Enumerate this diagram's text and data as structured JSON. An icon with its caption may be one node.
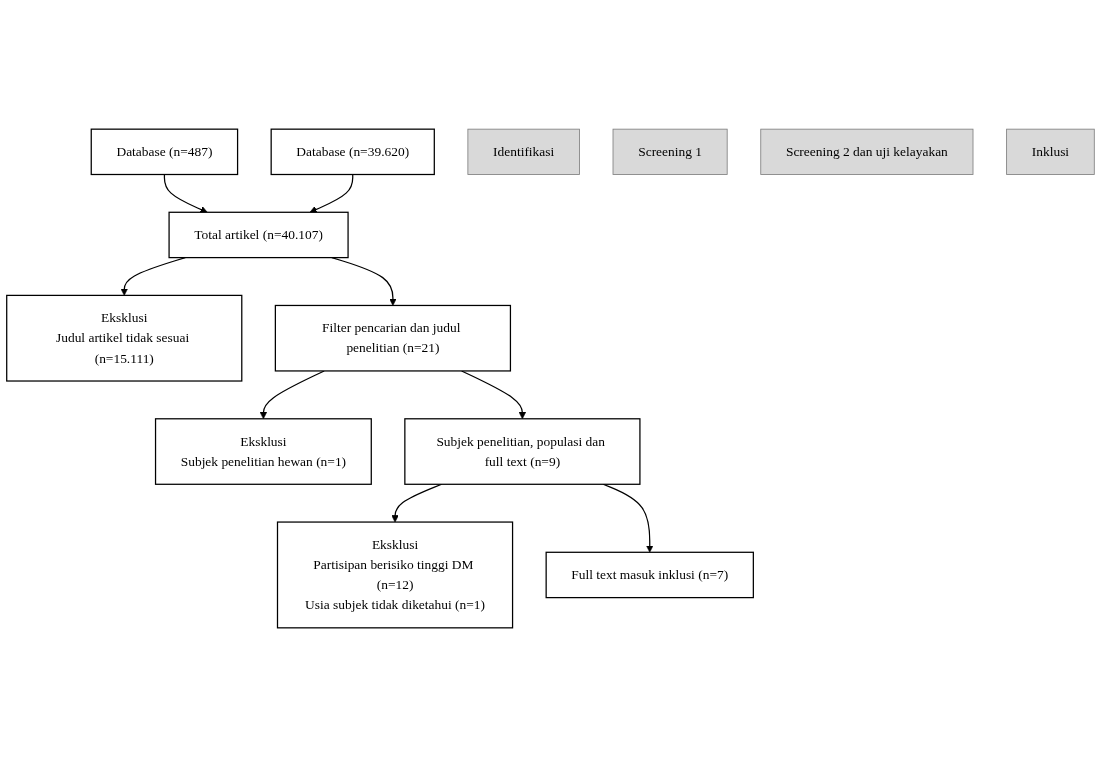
{
  "diagram": {
    "nodes": [
      {
        "text": [
          "Database (n=487)"
        ]
      },
      {
        "text": [
          "Database (n=39.620)"
        ]
      },
      {
        "text": [
          "Total artikel (n=40.107)"
        ]
      },
      {
        "text": [
          "Eksklusi",
          "Judul artikel tidak sesuai (n=15.111)"
        ]
      },
      {
        "text": [
          "Filter pencarian dan judul penelitian (n=21)"
        ]
      },
      {
        "text": [
          "Eksklusi",
          "Subjek penelitian hewan (n=1)"
        ]
      },
      {
        "text": [
          "Subjek penelitian, populasi dan full text (n=9)"
        ]
      },
      {
        "text": [
          "Eksklusi",
          "Partisipan berisiko tinggi DM (n=12)",
          "Usia subjek tidak diketahui (n=1)"
        ]
      },
      {
        "text": [
          "Full text masuk inklusi (n=7)"
        ]
      },
      {
        "text": [
          "Identifikasi"
        ]
      },
      {
        "text": [
          "Screening 1"
        ]
      },
      {
        "text": [
          "Screening 2 dan uji kelayakan"
        ]
      },
      {
        "text": [
          "Inklusi"
        ]
      }
    ],
    "edges": [
      {
        "from": 0,
        "to": 2,
        "arrow": "to"
      },
      {
        "from": 1,
        "to": 2,
        "arrow": "to"
      },
      {
        "from": 2,
        "to": 3,
        "arrow": "to"
      },
      {
        "from": 2,
        "to": 4,
        "arrow": "to"
      },
      {
        "from": 4,
        "to": 5,
        "arrow": "to"
      },
      {
        "from": 4,
        "to": 6,
        "arrow": "to"
      },
      {
        "from": 6,
        "to": 7,
        "arrow": "to"
      },
      {
        "from": 6,
        "to": 8,
        "arrow": "to"
      }
    ]
  }
}
